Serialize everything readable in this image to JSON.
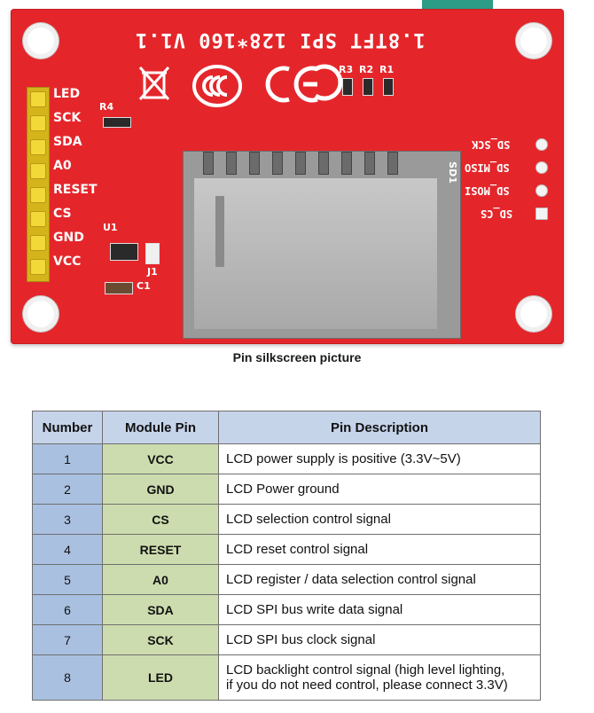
{
  "board": {
    "title_silk": "1.8TFT   SPI 128*160   V1.1",
    "pin_labels": [
      "LED",
      "SCK",
      "SDA",
      "A0",
      "RESET",
      "CS",
      "GND",
      "VCC"
    ],
    "sd_labels": [
      "SD_SCK",
      "SD_MISO",
      "SD_MOSI",
      "SD_CS"
    ],
    "components": {
      "r4": "R4",
      "r3": "R3",
      "r2": "R2",
      "r1": "R1",
      "u1": "U1",
      "c1": "C1",
      "j1": "J1",
      "sd1": "SD1"
    },
    "colors": {
      "pcb": "#e4262b",
      "header": "#f3d83a",
      "sd_metal": "#a9a9a9"
    }
  },
  "caption": "Pin silkscreen picture",
  "table": {
    "headers": [
      "Number",
      "Module Pin",
      "Pin Description"
    ],
    "rows": [
      {
        "number": "1",
        "pin": "VCC",
        "desc": "LCD power supply is positive (3.3V~5V)"
      },
      {
        "number": "2",
        "pin": "GND",
        "desc": "LCD Power ground"
      },
      {
        "number": "3",
        "pin": "CS",
        "desc": "LCD selection control signal"
      },
      {
        "number": "4",
        "pin": "RESET",
        "desc": "LCD reset control signal"
      },
      {
        "number": "5",
        "pin": "A0",
        "desc": "LCD register / data selection control signal"
      },
      {
        "number": "6",
        "pin": "SDA",
        "desc": "LCD SPI bus write data signal"
      },
      {
        "number": "7",
        "pin": "SCK",
        "desc": "LCD SPI bus clock signal"
      },
      {
        "number": "8",
        "pin": "LED",
        "desc_line1": "LCD backlight control signal (high level lighting,",
        "desc_line2": "if you do not need control, please connect 3.3V)"
      }
    ]
  }
}
